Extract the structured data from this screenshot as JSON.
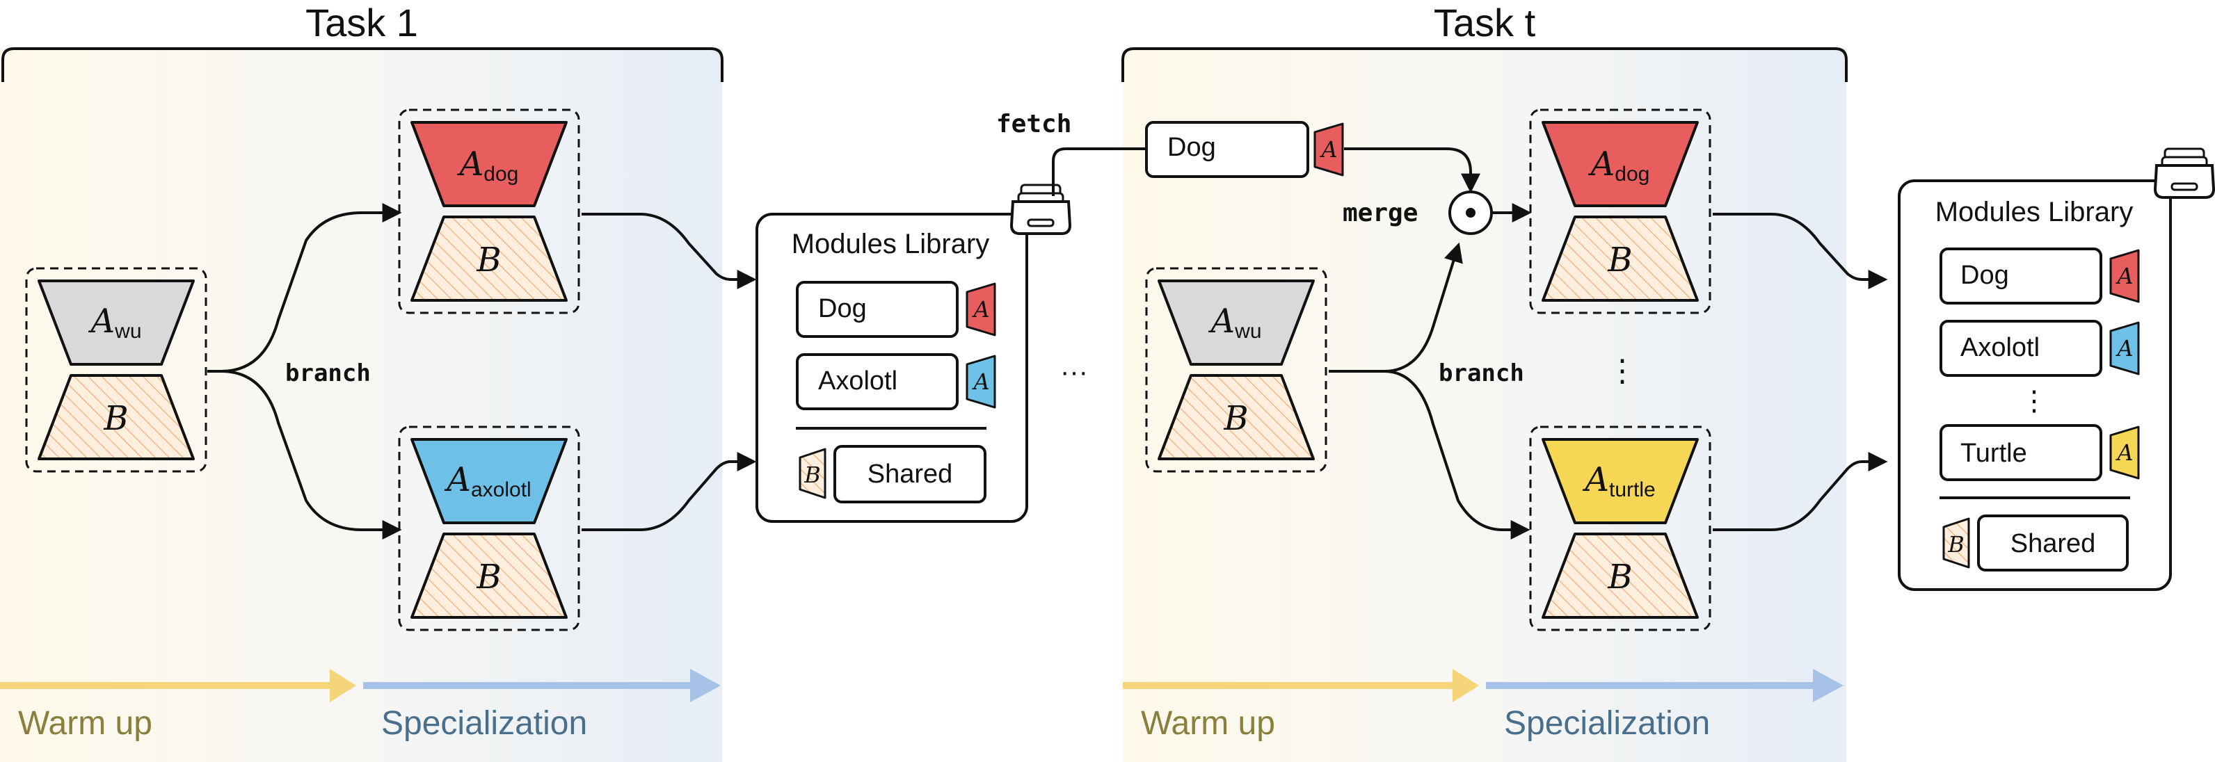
{
  "task1": {
    "title": "Task 1",
    "warmup": "Warm up",
    "specialization": "Specialization",
    "branch": "branch",
    "warmup_module": {
      "a": "A",
      "a_sub": "wu",
      "b": "B"
    },
    "module_dog": {
      "a": "A",
      "a_sub": "dog",
      "b": "B"
    },
    "module_axolotl": {
      "a": "A",
      "a_sub": "axolotl",
      "b": "B"
    }
  },
  "library1": {
    "title": "Modules Library",
    "items": [
      {
        "label": "Dog",
        "icon": "A",
        "color": "#e85d5d"
      },
      {
        "label": "Axolotl",
        "icon": "A",
        "color": "#6fc0e6"
      }
    ],
    "shared_icon": "B",
    "shared_label": "Shared"
  },
  "between": {
    "ellipsis": "···",
    "fetch": "fetch"
  },
  "taskt": {
    "title": "Task t",
    "warmup": "Warm up",
    "specialization": "Specialization",
    "branch": "branch",
    "merge": "merge",
    "fetched": {
      "label": "Dog",
      "icon": "A"
    },
    "warmup_module": {
      "a": "A",
      "a_sub": "wu",
      "b": "B"
    },
    "module_dog": {
      "a": "A",
      "a_sub": "dog",
      "b": "B"
    },
    "module_turtle": {
      "a": "A",
      "a_sub": "turtle",
      "b": "B"
    },
    "vdots": "⋮"
  },
  "library2": {
    "title": "Modules Library",
    "items": [
      {
        "label": "Dog",
        "icon": "A",
        "color": "#e85d5d"
      },
      {
        "label": "Axolotl",
        "icon": "A",
        "color": "#6fc0e6"
      },
      {
        "label": "Turtle",
        "icon": "A",
        "color": "#f6d655"
      }
    ],
    "vdots": "⋮",
    "shared_icon": "B",
    "shared_label": "Shared"
  },
  "colors": {
    "red": "#e85d5d",
    "blue": "#6fc0e6",
    "yellow": "#f6d655",
    "gray": "#d9d9d9",
    "hatch": "#f3a66c",
    "b_fill": "#fdeedd",
    "warmup_arrow": "#f6d47a",
    "spec_arrow": "#a6c2e6",
    "warmup_text": "#8a7f3c",
    "spec_text": "#4a6f8c"
  }
}
